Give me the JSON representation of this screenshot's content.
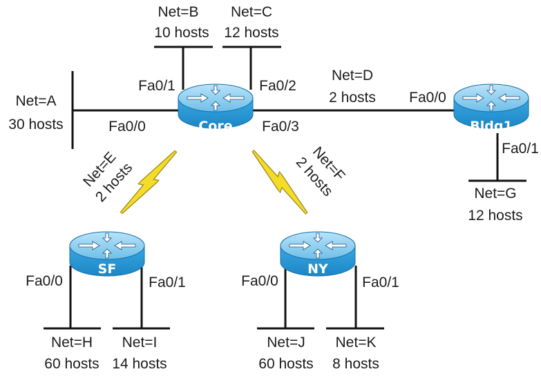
{
  "colors": {
    "router_top": "#8fd0f4",
    "router_side": "#2a9bd8",
    "wan_link": "#f3dc2a",
    "line": "#111111"
  },
  "routers": {
    "core": {
      "name": "Core"
    },
    "bldg1": {
      "name": "Bldg1"
    },
    "sf": {
      "name": "SF"
    },
    "ny": {
      "name": "NY"
    }
  },
  "networks": {
    "a": {
      "net": "Net=A",
      "hosts": "30 hosts"
    },
    "b": {
      "net": "Net=B",
      "hosts": "10 hosts"
    },
    "c": {
      "net": "Net=C",
      "hosts": "12 hosts"
    },
    "d": {
      "net": "Net=D",
      "hosts": "2 hosts"
    },
    "e": {
      "net": "Net=E",
      "hosts": "2 hosts"
    },
    "f": {
      "net": "Net=F",
      "hosts": "2 hosts"
    },
    "g": {
      "net": "Net=G",
      "hosts": "12 hosts"
    },
    "h": {
      "net": "Net=H",
      "hosts": "60 hosts"
    },
    "i": {
      "net": "Net=I",
      "hosts": "14 hosts"
    },
    "j": {
      "net": "Net=J",
      "hosts": "60 hosts"
    },
    "k": {
      "net": "Net=K",
      "hosts": "8 hosts"
    }
  },
  "interfaces": {
    "core_fa00": "Fa0/0",
    "core_fa01": "Fa0/1",
    "core_fa02": "Fa0/2",
    "core_fa03": "Fa0/3",
    "bldg1_fa00": "Fa0/0",
    "bldg1_fa01": "Fa0/1",
    "sf_fa00": "Fa0/0",
    "sf_fa01": "Fa0/1",
    "ny_fa00": "Fa0/0",
    "ny_fa01": "Fa0/1"
  }
}
